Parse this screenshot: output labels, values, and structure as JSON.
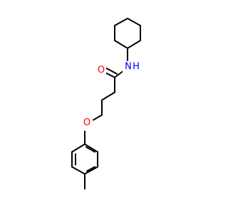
{
  "molecule": {
    "atoms": {
      "nitrogen": {
        "symbol": "N",
        "hydrogen": "H"
      },
      "carbonyl_oxygen": {
        "symbol": "O"
      },
      "ether_oxygen": {
        "symbol": "O"
      }
    }
  },
  "colors": {
    "bond": "#000000",
    "nitrogen": "#0000ff",
    "oxygen": "#ff0000",
    "background": "#ffffff"
  }
}
